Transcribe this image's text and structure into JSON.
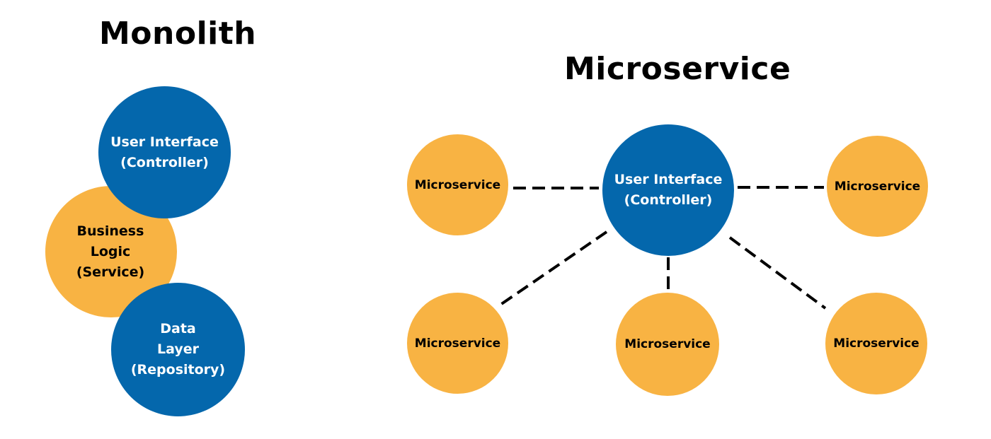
{
  "monolith": {
    "title": "Monolith",
    "ui_layer": {
      "line1": "User Interface",
      "line2": "(Controller)"
    },
    "business_layer": {
      "line1": "Business",
      "line2": "Logic",
      "line3": "(Service)"
    },
    "data_layer": {
      "line1": "Data",
      "line2": "Layer",
      "line3": "(Repository)"
    }
  },
  "microservice": {
    "title": "Microservice",
    "hub": {
      "line1": "User Interface",
      "line2": "(Controller)"
    },
    "services": [
      {
        "label": "Microservice"
      },
      {
        "label": "Microservice"
      },
      {
        "label": "Microservice"
      },
      {
        "label": "Microservice"
      },
      {
        "label": "Microservice"
      }
    ]
  },
  "colors": {
    "blue": "#0467AC",
    "orange": "#F8B343",
    "text_dark": "#000000",
    "text_light": "#FFFFFF"
  }
}
